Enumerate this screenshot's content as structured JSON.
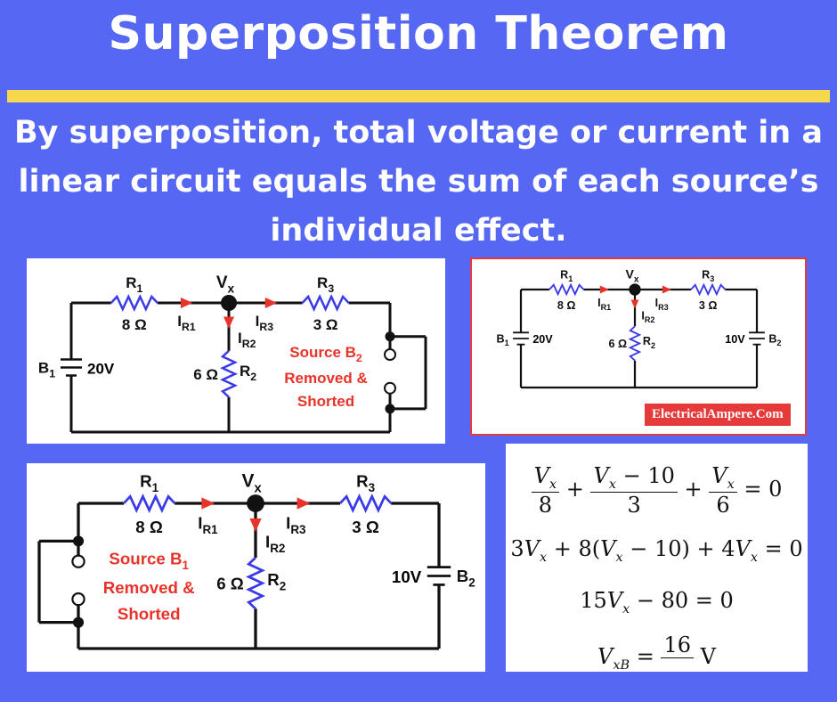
{
  "title": "Superposition Theorem",
  "subtitle": [
    "By superposition, total voltage or current in a",
    "linear circuit equals the sum of each source’s",
    "individual effect."
  ],
  "colors": {
    "background": "#5668f3",
    "accent_bar": "#f6d84c",
    "resistor": "#3a3ae8",
    "arrow": "#e8332a",
    "note": "#e8332a"
  },
  "circuits": [
    {
      "labels": {
        "R1": [
          "R",
          "1"
        ],
        "R1v": [
          "8 Ω",
          ""
        ],
        "Vx": [
          "V",
          "x"
        ],
        "IR1": [
          "I",
          "R1"
        ],
        "IR2": [
          "I",
          "R2"
        ],
        "IR3": [
          "I",
          "R3"
        ],
        "R3": [
          "R",
          "3"
        ],
        "R3v": [
          "3 Ω",
          ""
        ],
        "R2": [
          "R",
          "2"
        ],
        "R2v": [
          "6 Ω",
          ""
        ]
      },
      "left": {
        "type": "battery",
        "name": [
          "B",
          "1"
        ],
        "value": "20V"
      },
      "right": {
        "type": "shorted",
        "note": [
          "Source B",
          "2"
        ],
        "note2": "Removed &",
        "note3": "Shorted"
      }
    },
    {
      "labels": {
        "R1": [
          "R",
          "1"
        ],
        "R1v": [
          "8 Ω",
          ""
        ],
        "Vx": [
          "V",
          "x"
        ],
        "IR1": [
          "I",
          "R1"
        ],
        "IR2": [
          "I",
          "R2"
        ],
        "IR3": [
          "I",
          "R3"
        ],
        "R3": [
          "R",
          "3"
        ],
        "R3v": [
          "3 Ω",
          ""
        ],
        "R2": [
          "R",
          "2"
        ],
        "R2v": [
          "6 Ω",
          ""
        ]
      },
      "left": {
        "type": "battery",
        "name": [
          "B",
          "1"
        ],
        "value": "20V"
      },
      "right": {
        "type": "battery",
        "name": [
          "B",
          "2"
        ],
        "value": "10V"
      },
      "watermark": "ElectricalAmpere.Com"
    },
    {
      "labels": {
        "R1": [
          "R",
          "1"
        ],
        "R1v": [
          "8 Ω",
          ""
        ],
        "Vx": [
          "V",
          "x"
        ],
        "IR1": [
          "I",
          "R1"
        ],
        "IR2": [
          "I",
          "R2"
        ],
        "IR3": [
          "I",
          "R3"
        ],
        "R3": [
          "R",
          "3"
        ],
        "R3v": [
          "3 Ω",
          ""
        ],
        "R2": [
          "R",
          "2"
        ],
        "R2v": [
          "6 Ω",
          ""
        ]
      },
      "left": {
        "type": "shorted",
        "note": [
          "Source B",
          "1"
        ],
        "note2": "Removed &",
        "note3": "Shorted"
      },
      "right": {
        "type": "battery",
        "name": [
          "B",
          "2"
        ],
        "value": "10V"
      }
    }
  ],
  "equations": {
    "eq1": {
      "t1n": "V",
      "t1s": "x",
      "t1d": "8",
      "op1": "+",
      "t2n": "V",
      "t2s": "x",
      "t2r": " − 10",
      "t2d": "3",
      "op2": "+",
      "t3n": "V",
      "t3s": "x",
      "t3d": "6",
      "rhs": "= 0"
    },
    "eq2": {
      "a": "3",
      "v1": "V",
      "s1": "x",
      "b": " + 8(",
      "v2": "V",
      "s2": "x",
      "c": " − 10) + 4",
      "v3": "V",
      "s3": "x",
      "d": " = 0"
    },
    "eq3": {
      "a": "15",
      "v": "V",
      "s": "x",
      "b": " − 80 = 0"
    },
    "eq4": {
      "v": "V",
      "s": "xB",
      "eq": " = ",
      "num": "16",
      "unit": " V"
    }
  }
}
